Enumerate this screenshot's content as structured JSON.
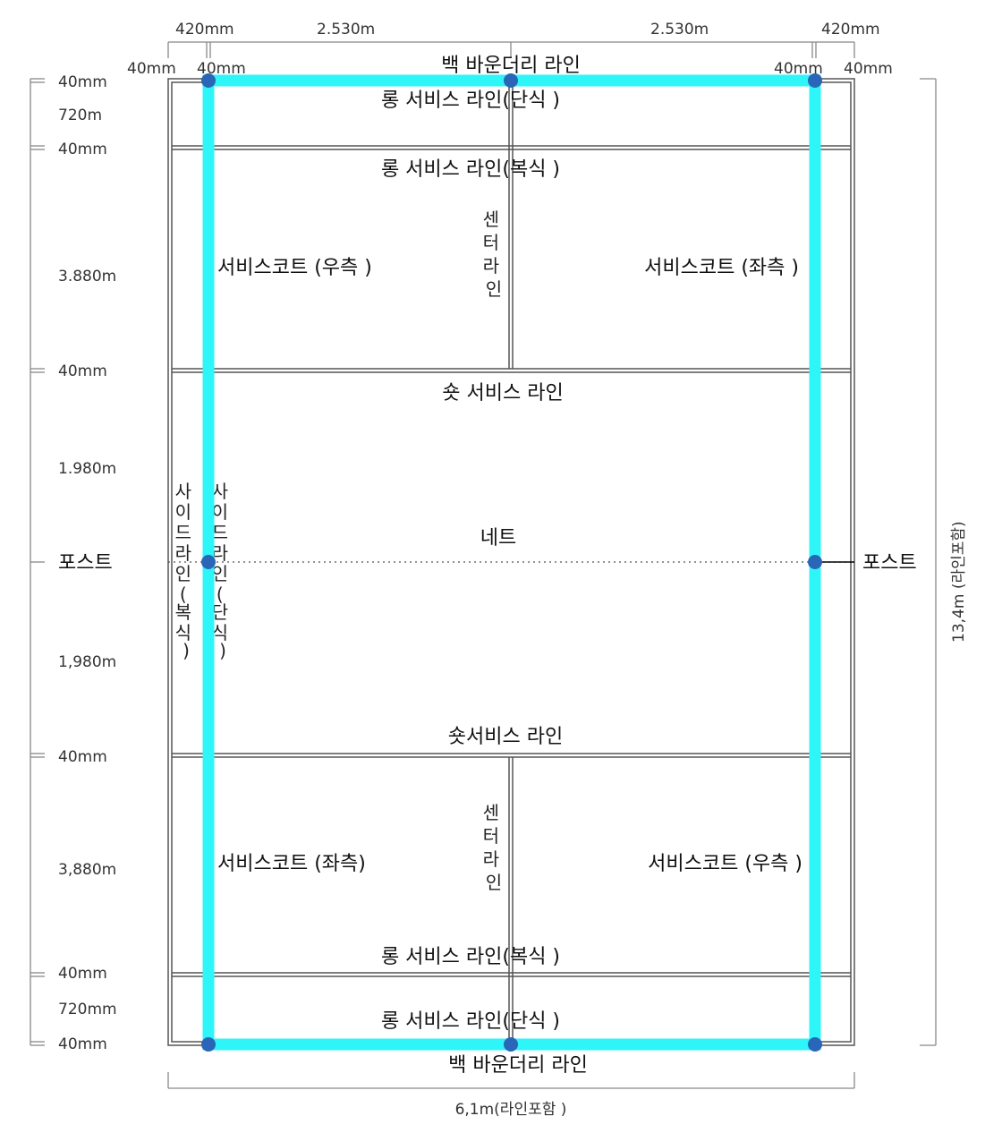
{
  "top_dimensions": {
    "outer_left": "420mm",
    "inner_left": "2.530m",
    "inner_right": "2.530m",
    "outer_right": "420mm",
    "line_left_a": "40mm",
    "line_left_b": "40mm",
    "line_right_a": "40mm",
    "line_right_b": "40mm"
  },
  "left_dimensions": {
    "d1": "40mm",
    "d2": "720m",
    "d3": "40mm",
    "d4": "3.880m",
    "d5": "40mm",
    "d6": "1.980m",
    "post": "포스트",
    "d7": "1,980m",
    "d8": "40mm",
    "d9": "3,880m",
    "d10": "40mm",
    "d11": "720mm",
    "d12": "40mm"
  },
  "right_dimensions": {
    "post": "포스트",
    "total_length": "13,4m (라인포함)"
  },
  "bottom_dimension": {
    "total_width": "6,1m(라인포함 )"
  },
  "court_labels": {
    "back_boundary_top": "백 바운더리 라인",
    "long_service_singles_top": "롱 서비스 라인(단식 )",
    "long_service_doubles_top": "롱 서비스 라인(복식 )",
    "service_court_right_top": "서비스코트 (우측 )",
    "service_court_left_top": "서비스코트 (좌측 )",
    "center_line_top": "센터라인",
    "short_service_top": "숏 서비스 라인",
    "net": "네트",
    "side_line_doubles": "사이드라인 (복식 )",
    "side_line_singles": "사이드라인 (단식 )",
    "short_service_bottom": "숏서비스 라인",
    "service_court_left_bottom": "서비스코트 (좌측)",
    "service_court_right_bottom": "서비스코트 (우측 )",
    "center_line_bottom": "센터라인",
    "long_service_doubles_bottom": "롱 서비스 라인(복식 )",
    "long_service_singles_bottom": "롱 서비스 라인(단식 )",
    "back_boundary_bottom": "백 바운더리 라인"
  },
  "colors": {
    "highlight": "#2ef5f7",
    "handle": "#2a66b8",
    "line": "#555555"
  }
}
